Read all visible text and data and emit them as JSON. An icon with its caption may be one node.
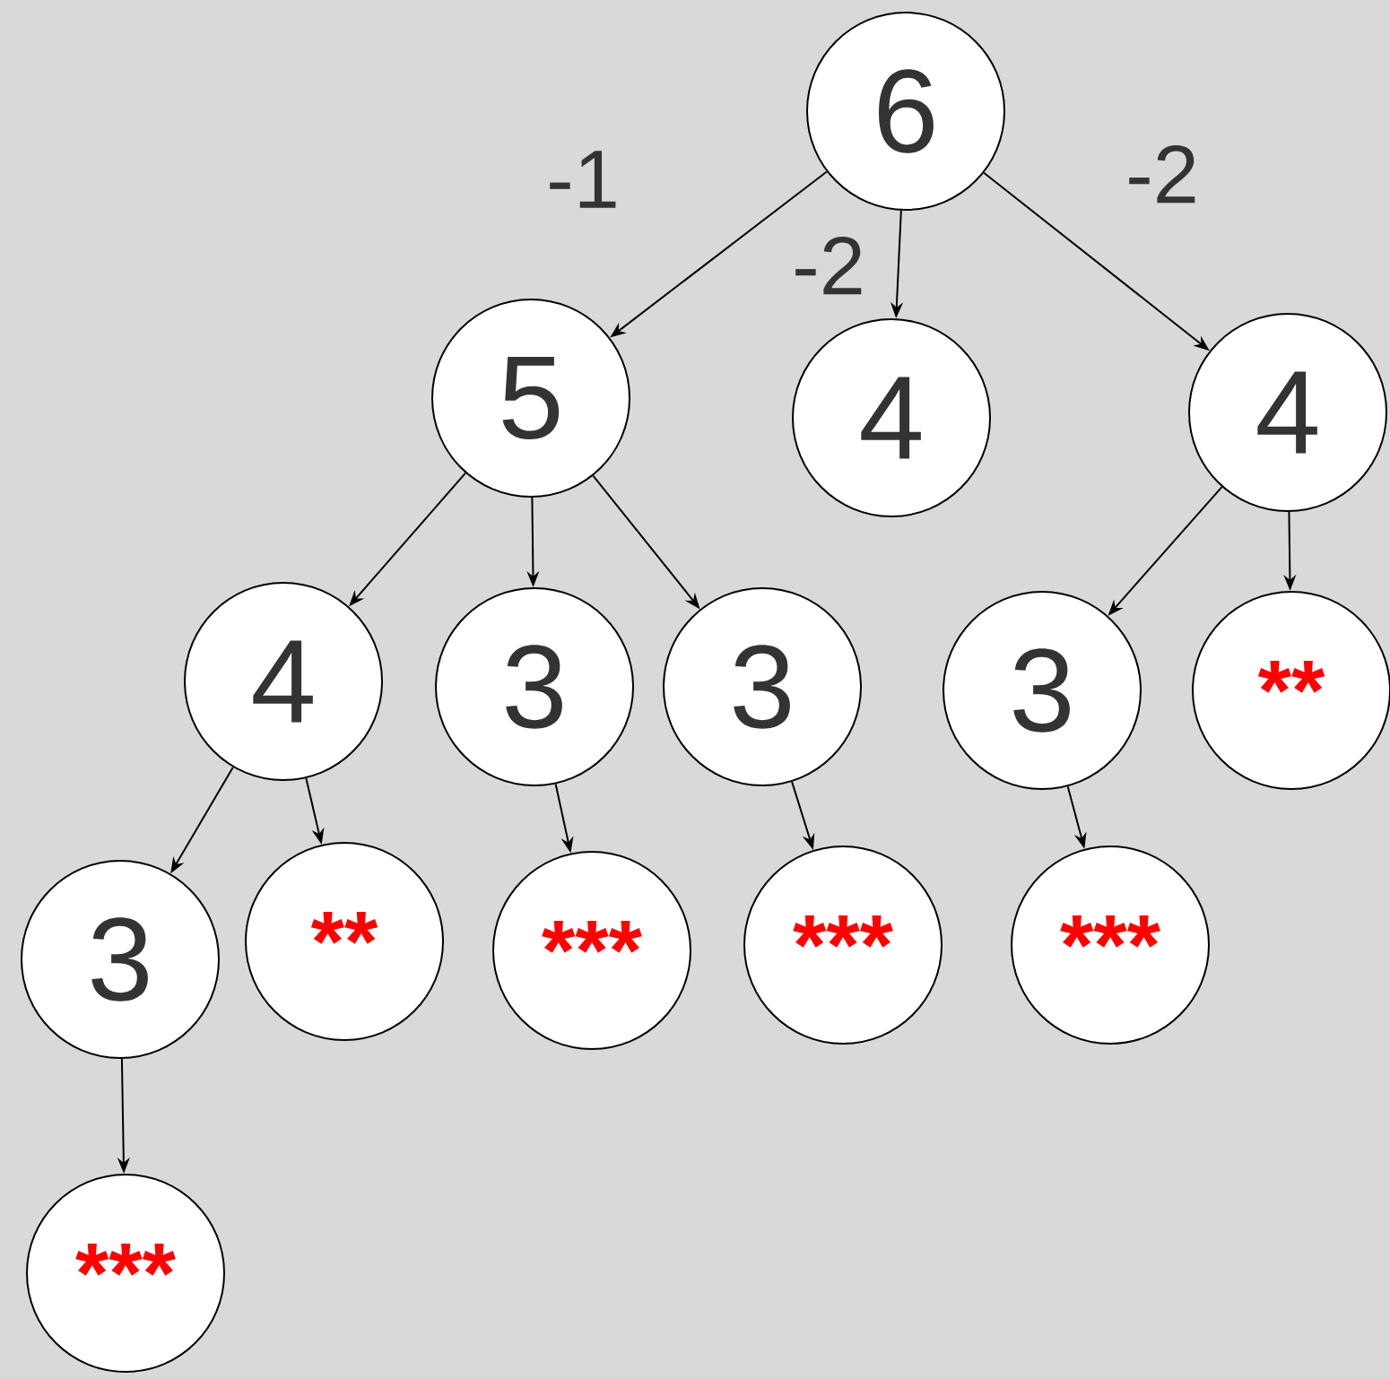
{
  "diagram": {
    "nodes": [
      {
        "text": [
          "6"
        ]
      },
      {
        "text": [
          "5"
        ]
      },
      {
        "text": [
          "4"
        ]
      },
      {
        "text": [
          "4"
        ]
      },
      {
        "text": [
          "4"
        ]
      },
      {
        "text": [
          "3"
        ]
      },
      {
        "text": [
          "3"
        ]
      },
      {
        "text": [
          "3"
        ]
      },
      {
        "text": [
          "**"
        ]
      },
      {
        "text": [
          "3"
        ]
      },
      {
        "text": [
          "**"
        ]
      },
      {
        "text": [
          "***"
        ]
      },
      {
        "text": [
          "***"
        ]
      },
      {
        "text": [
          "***"
        ]
      },
      {
        "text": [
          "***"
        ]
      }
    ],
    "edges": [
      {
        "from": 0,
        "to": 1,
        "arrow": "to",
        "label": "-1"
      },
      {
        "from": 0,
        "to": 2,
        "arrow": "to",
        "label": "-2"
      },
      {
        "from": 0,
        "to": 3,
        "arrow": "to",
        "label": "-2"
      },
      {
        "from": 1,
        "to": 4,
        "arrow": "to"
      },
      {
        "from": 1,
        "to": 5,
        "arrow": "to"
      },
      {
        "from": 1,
        "to": 6,
        "arrow": "to"
      },
      {
        "from": 3,
        "to": 7,
        "arrow": "to"
      },
      {
        "from": 3,
        "to": 8,
        "arrow": "to"
      },
      {
        "from": 4,
        "to": 9,
        "arrow": "to"
      },
      {
        "from": 4,
        "to": 10,
        "arrow": "to"
      },
      {
        "from": 5,
        "to": 11,
        "arrow": "to"
      },
      {
        "from": 6,
        "to": 12,
        "arrow": "to"
      },
      {
        "from": 7,
        "to": 13,
        "arrow": "to"
      },
      {
        "from": 9,
        "to": 14,
        "arrow": "to"
      }
    ]
  }
}
